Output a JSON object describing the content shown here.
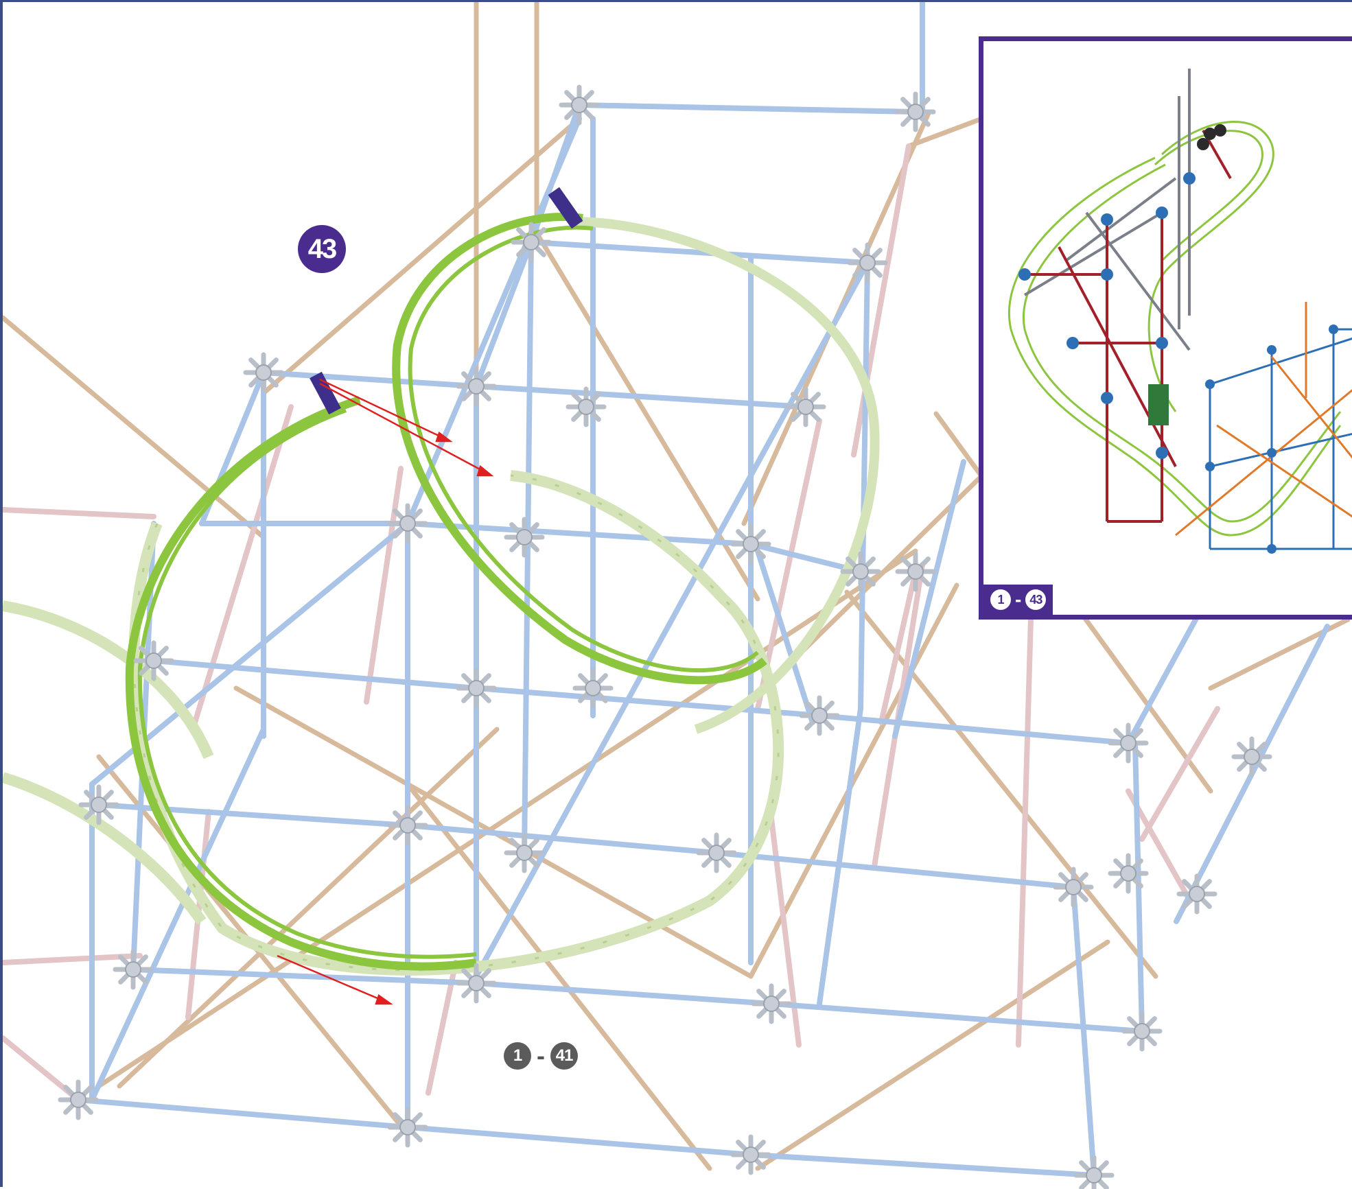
{
  "step": {
    "number": "43"
  },
  "previous_steps": {
    "from": "1",
    "separator": "-",
    "to": "41"
  },
  "inset": {
    "from": "1",
    "separator": "-",
    "to": "43"
  },
  "colors": {
    "accent": "#4a2c8f",
    "rod_blue": "#a9c4e6",
    "rod_tan": "#d7b99c",
    "rod_pink": "#e3c4c7",
    "track_green": "#8cc63f",
    "track_pale": "#d5e3b8",
    "arrow_red": "#e02020",
    "connector_grey": "#c9ced6"
  }
}
